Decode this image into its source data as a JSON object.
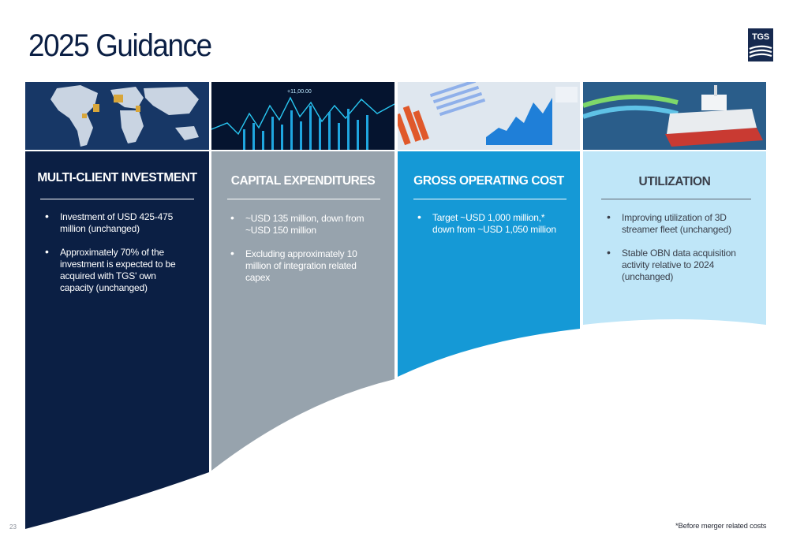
{
  "title": "2025 Guidance",
  "logo": {
    "text": "TGS",
    "icon": "tgs-wave-logo"
  },
  "colors": {
    "navy": "#0b1f44",
    "grey": "#97a3ad",
    "blue": "#1599d6",
    "light_blue": "#bfe6f8"
  },
  "columns": [
    {
      "heading": "MULTI-CLIENT INVESTMENT",
      "image": "world-map-photo",
      "bullets": [
        "Investment of USD 425-475 million (unchanged)",
        "Approximately 70% of the investment is expected to be acquired with TGS' own capacity (unchanged)"
      ]
    },
    {
      "heading": "CAPITAL EXPENDITURES",
      "image": "financial-chart-photo",
      "chart_label": "+11,00.00",
      "bullets": [
        "~USD 135 million, down from ~USD 150 million",
        "Excluding approximately 10 million of integration related capex"
      ]
    },
    {
      "heading": "GROSS OPERATING COST",
      "image": "analytics-dashboard-photo",
      "bullets": [
        "Target ~USD 1,000 million,* down from ~USD 1,050 million"
      ]
    },
    {
      "heading": "UTILIZATION",
      "image": "seismic-vessel-photo",
      "bullets": [
        "Improving utilization of 3D streamer fleet (unchanged)",
        "Stable OBN data acquisition activity relative to 2024 (unchanged)"
      ]
    }
  ],
  "page_number": "23",
  "footnote": "*Before merger related costs"
}
